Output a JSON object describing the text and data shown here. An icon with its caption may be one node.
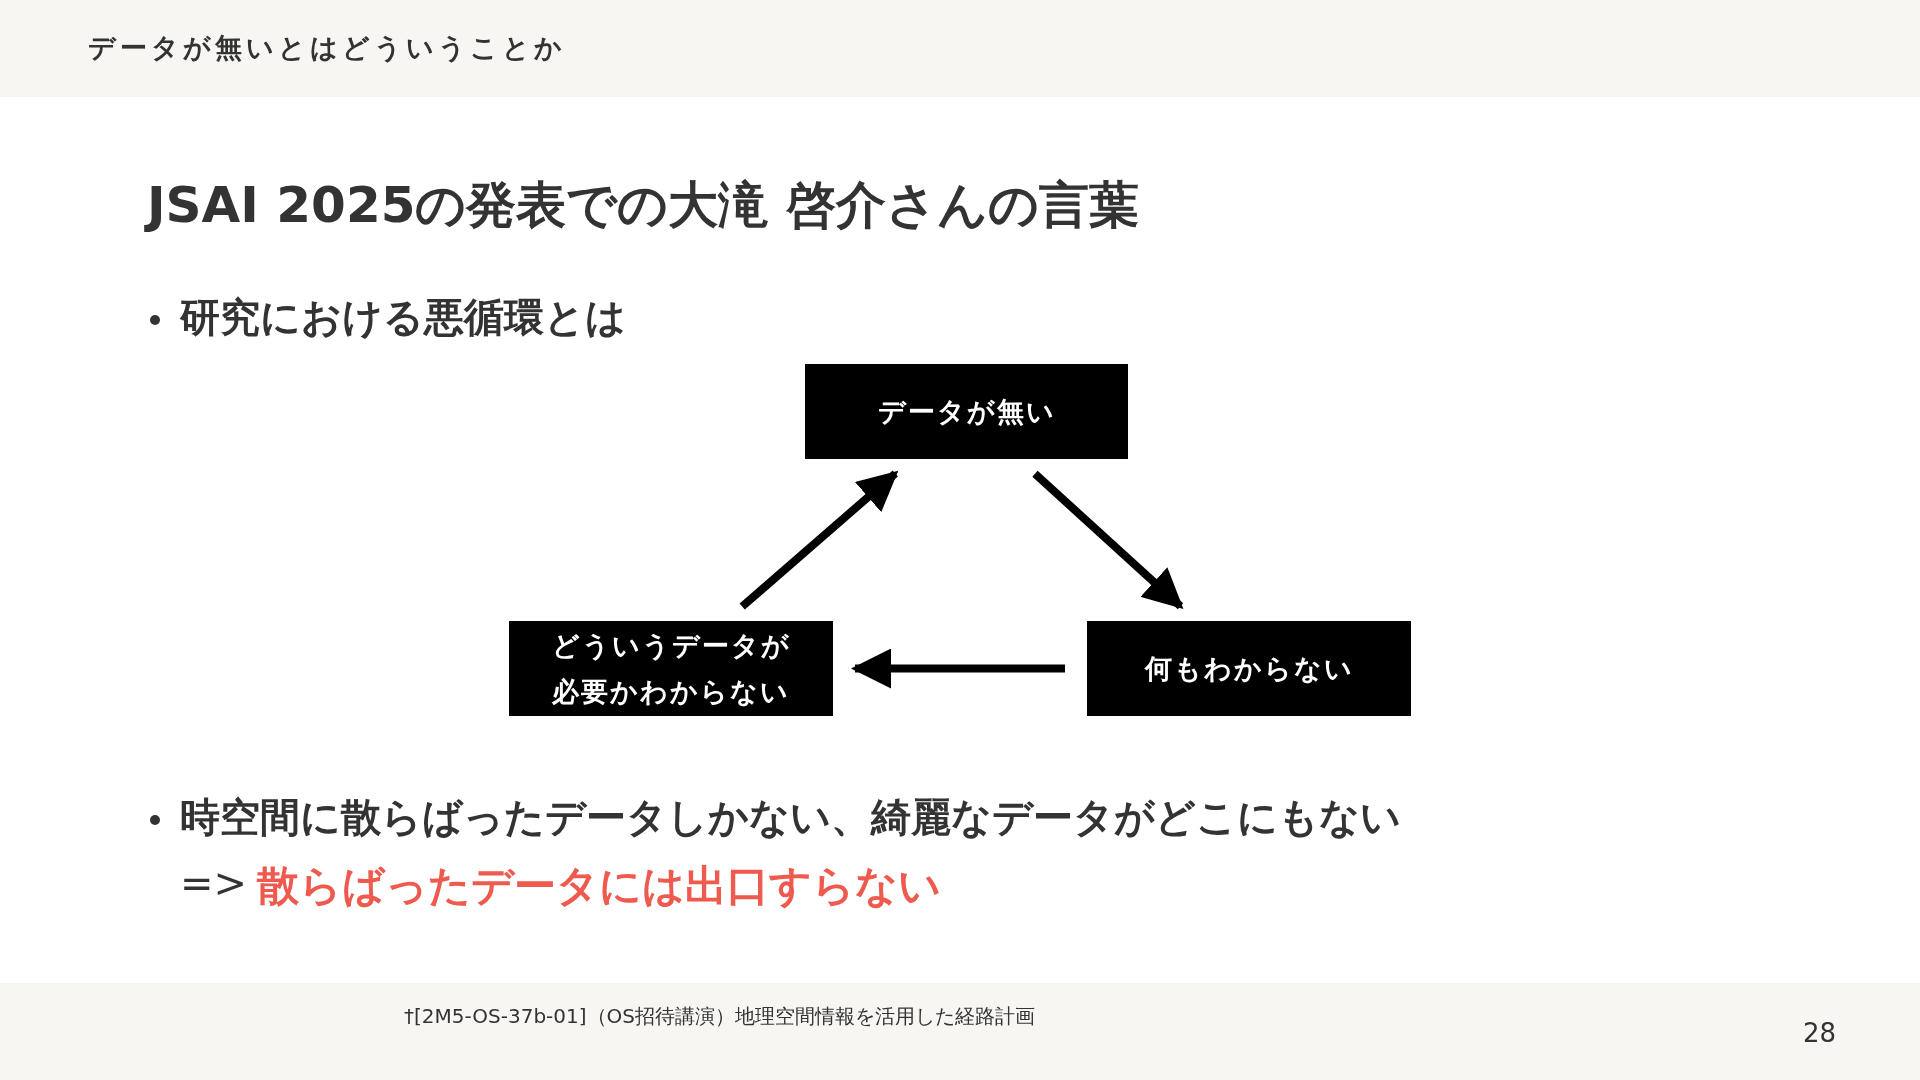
{
  "diagram": {
    "title": "JSAI 2025の発表での大滝 啓介さんの言葉",
    "nodes": [
      {
        "text": [
          "データが無い"
        ]
      },
      {
        "text": [
          "何もわからない"
        ]
      },
      {
        "text": [
          "どういうデータが必要かわからない"
        ]
      }
    ],
    "edges": [
      {
        "from": 0,
        "to": 1,
        "arrow": "to"
      },
      {
        "from": 1,
        "to": 2,
        "arrow": "to"
      },
      {
        "from": 2,
        "to": 0,
        "arrow": "to"
      }
    ],
    "labels": [
      "データが無いとはどういうことか",
      "研究における悪循環とは",
      "時空間に散らばったデータしかない、綺麗なデータがどこにもない",
      "=>",
      "散らばったデータには出口すらない",
      "†[2M5-OS-37b-01]（OS招待講演）地理空間情報を活用した経路計画",
      "28"
    ]
  }
}
